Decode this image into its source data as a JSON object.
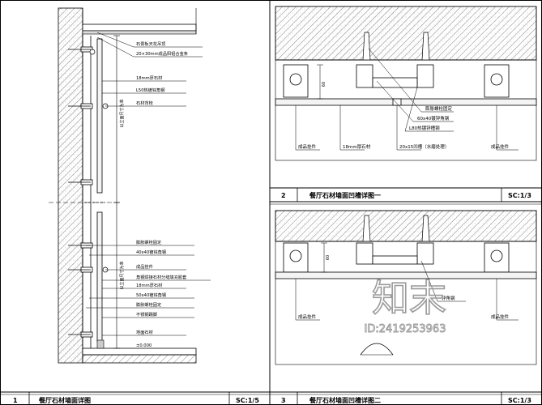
{
  "panel1": {
    "number": "1",
    "title": "餐厅石材墙面详图",
    "scale": "SC:1/5",
    "callouts_top": [
      "石膏板天花吊顶",
      "20×30mm成品阳铝合金条",
      "18mm厚石材",
      "L50热镀锌角钢",
      "石材背栓"
    ],
    "callouts_bottom": [
      "膨胀螺栓固定",
      "40x40镀锌角钢",
      "成品挂件",
      "角钢焊接石材分缝填充胶套",
      "18mm厚石材",
      "50x40镀锌角钢",
      "膨胀螺栓固定",
      "不锈钢踢脚",
      "地面石材"
    ],
    "dim_vertical": "以立面尺寸为准",
    "level_mark": "±0.000"
  },
  "panel2": {
    "number": "2",
    "title": "餐厅石材墙面凹槽详图一",
    "scale": "SC:1/3",
    "callouts": [
      "膨胀螺栓固定",
      "60x40镀锌角钢",
      "L80热镀锌槽钢",
      "成品挂件",
      "18mm厚石材",
      "20x15凹槽（水磨处理）",
      "成品挂件"
    ],
    "dim": "60"
  },
  "panel3": {
    "number": "3",
    "title": "餐厅石材墙面凹槽详图二",
    "scale": "SC:1/3",
    "callouts": [
      "锌角钢",
      "成品挂件",
      "成品挂件"
    ],
    "dim": "60"
  },
  "watermark": {
    "logo_text": "知末",
    "id_text": "ID:2419253963"
  }
}
